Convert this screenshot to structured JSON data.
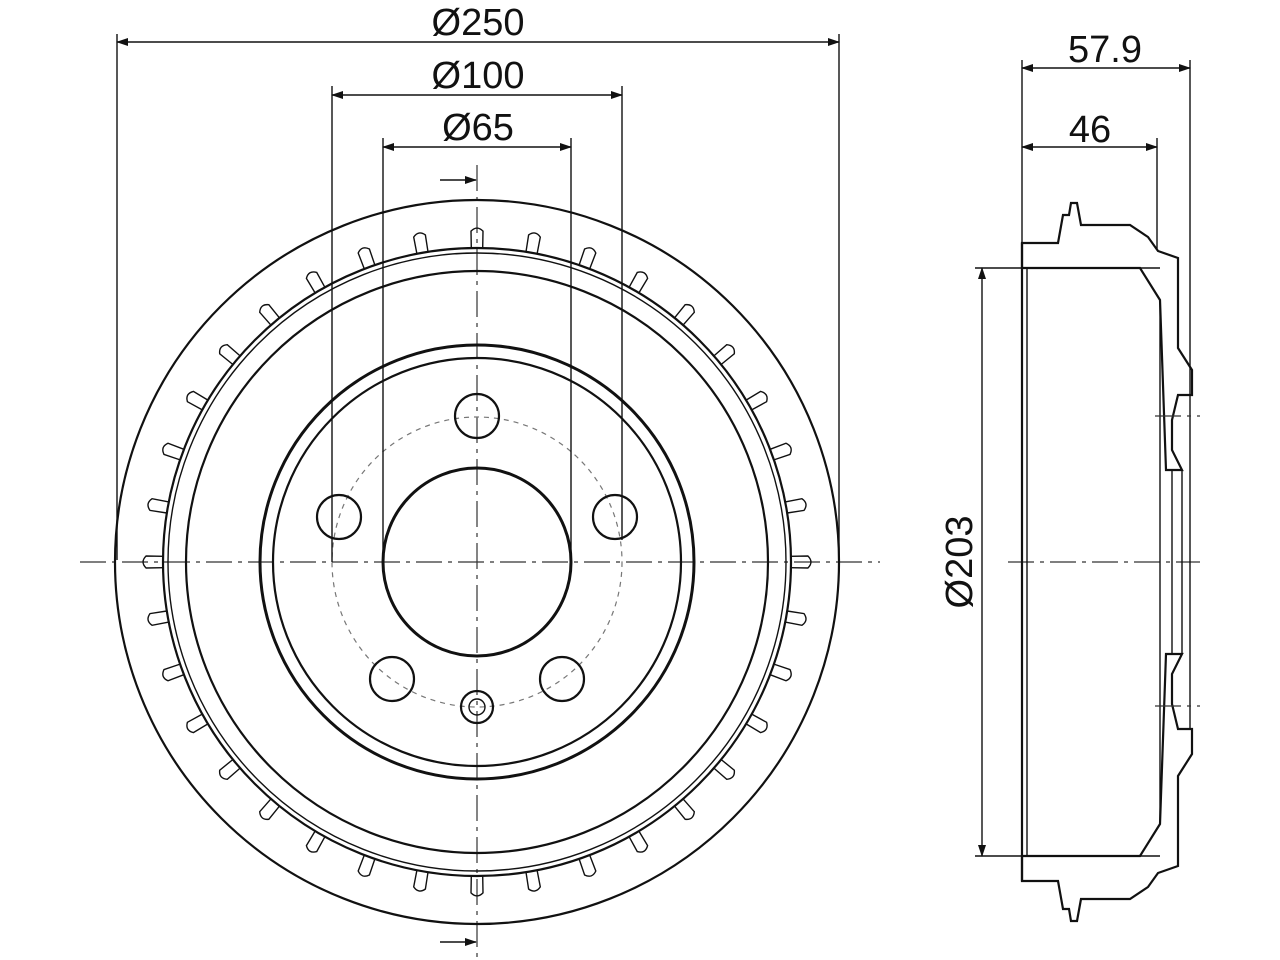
{
  "dimensions": {
    "outer_diameter": "Ø250",
    "bolt_circle_diameter": "Ø100",
    "center_bore_diameter": "Ø65",
    "overall_width": "57.9",
    "drum_depth": "46",
    "inner_braking_diameter": "Ø203"
  },
  "colors": {
    "line": "#111111",
    "hatch": "#555555",
    "background": "#ffffff"
  }
}
